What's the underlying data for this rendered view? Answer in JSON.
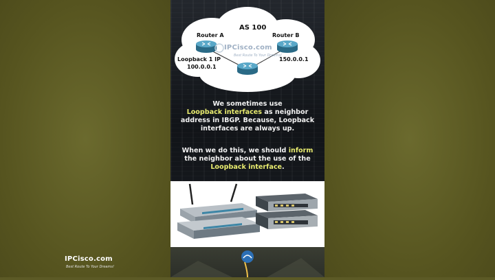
{
  "diagram": {
    "as_label": "AS 100",
    "router_a_label": "Router A",
    "router_b_label": "Router B",
    "loopback_label": "Loopback 1 IP",
    "ip_a": "100.0.0.1",
    "ip_b": "150.0.0.1",
    "watermark": "IPCisco.com",
    "watermark_tagline": "Best Route To Your Dreams!"
  },
  "paragraph1": {
    "line1": "We sometimes use",
    "line2_hl": "Loopback interfaces",
    "line2_rest": " as neighbor",
    "line3": "address  in IBGP. Because, Loopback",
    "line4": "interfaces are always up."
  },
  "paragraph2": {
    "line1_pre": "When we do this, we should ",
    "line1_hl": "inform",
    "line2": "the neighbor about the use of the",
    "line3_hl": "Loopback interface",
    "line3_rest": "."
  },
  "footer": {
    "brand": "IPCisco.com",
    "tagline": "Best Route To Your Dreams!"
  },
  "colors": {
    "highlight": "#e9ec6f",
    "outer_background": "#5c5a26",
    "router_blue": "#3d86a6"
  }
}
